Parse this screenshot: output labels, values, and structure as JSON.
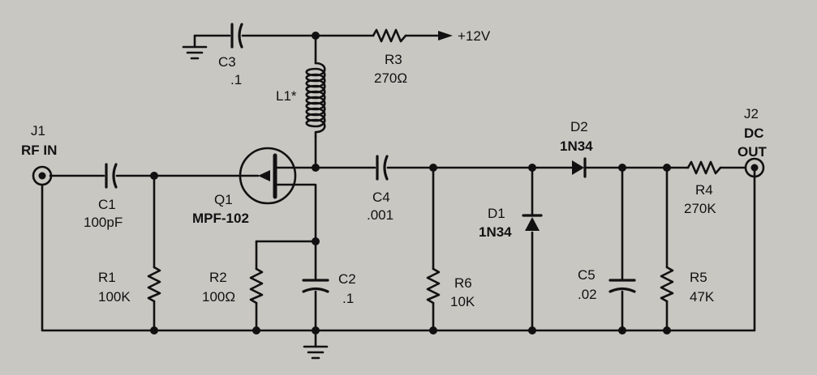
{
  "colors": {
    "background": "#c9c7c2",
    "ink": "#111111"
  },
  "labels": {
    "j1": {
      "ref": "J1",
      "name": "RF IN"
    },
    "j2": {
      "ref": "J2",
      "name1": "DC",
      "name2": "OUT"
    },
    "c1": {
      "ref": "C1",
      "value": "100pF"
    },
    "c2": {
      "ref": "C2",
      "value": ".1"
    },
    "c3": {
      "ref": "C3",
      "value": ".1"
    },
    "c4": {
      "ref": "C4",
      "value": ".001"
    },
    "c5": {
      "ref": "C5",
      "value": ".02"
    },
    "r1": {
      "ref": "R1",
      "value": "100K"
    },
    "r2": {
      "ref": "R2",
      "value": "100Ω"
    },
    "r3": {
      "ref": "R3",
      "value": "270Ω"
    },
    "r4": {
      "ref": "R4",
      "value": "270K"
    },
    "r5": {
      "ref": "R5",
      "value": "47K"
    },
    "r6": {
      "ref": "R6",
      "value": "10K"
    },
    "l1": {
      "ref": "L1*"
    },
    "q1": {
      "ref": "Q1",
      "part": "MPF-102"
    },
    "d1": {
      "ref": "D1",
      "part": "1N34"
    },
    "d2": {
      "ref": "D2",
      "part": "1N34"
    },
    "supply": "+12V"
  }
}
